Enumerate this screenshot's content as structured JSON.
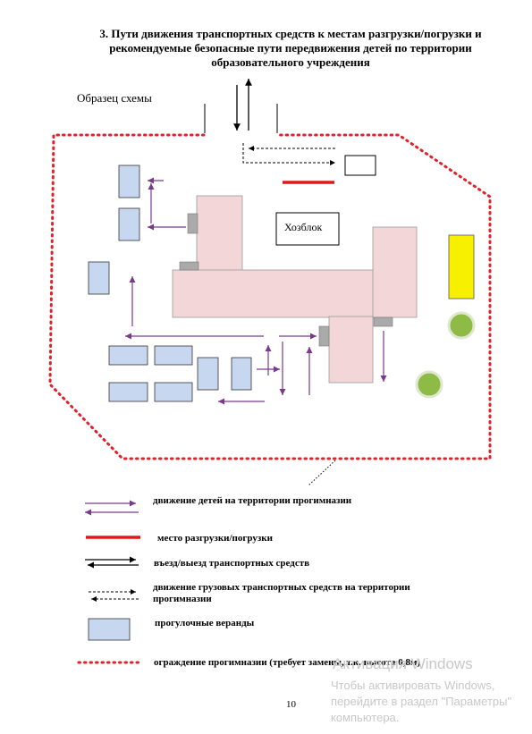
{
  "document": {
    "title": "3. Пути движения транспортных средств к местам разгрузки/погрузки и рекомендуемые безопасные пути передвижения детей по территории образовательного учреждения",
    "caption": "Образец схемы",
    "page_number": "10"
  },
  "scheme": {
    "labels": {
      "outbuilding": "Хозблок"
    },
    "colors": {
      "fence": "#e0202a",
      "building": "#f2d6d8",
      "veranda": "#c7d7ef",
      "arrow_children": "#7a3a8c",
      "unloading": "#e01818",
      "yellow_block": "#f7f000",
      "tree": "#8dbb46",
      "gray_block": "#aaaaaa"
    }
  },
  "legend": {
    "children_movement": "движение детей на  территории прогимназии",
    "unloading_place": "место разгрузки/погрузки",
    "vehicle_entry_exit": "въезд/выезд  транспортных средств",
    "truck_movement": "движение грузовых транспортных средств на территории прогимназии",
    "verandas": "прогулочные веранды",
    "fence": "ограждение прогимназии (требует замены, т.к. высота 0,8м)"
  },
  "watermark": {
    "line1": "Активация Windows",
    "line2": "Чтобы активировать Windows, перейдите в раздел \"Параметры\" компьютера."
  }
}
